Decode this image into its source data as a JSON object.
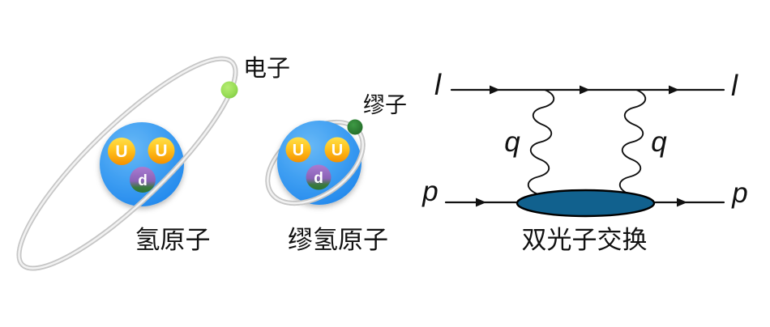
{
  "hydrogen": {
    "caption": "氢原子",
    "electron_label": "电子",
    "quarks": [
      "U",
      "U",
      "d"
    ]
  },
  "muonic": {
    "caption": "缪氢原子",
    "muon_label": "缪子",
    "quarks": [
      "U",
      "U",
      "d"
    ]
  },
  "feynman": {
    "caption": "双光子交换",
    "lepton_in": "l",
    "lepton_out": "l",
    "proton_in": "p",
    "proton_out": "p",
    "photon_left": "q",
    "photon_right": "q"
  },
  "colors": {
    "nucleus_blue": "#2F94F1",
    "quark_up_yellow": "#FFD435",
    "quark_up_orange": "#F59000",
    "quark_down_purple": "#A678CF",
    "quark_down_green": "#2F7434",
    "electron_green": "#9ADE57",
    "muon_dark_green": "#2E7D32",
    "proton_blob_teal": "#11618E",
    "orbit_gray": "#CBCBCB",
    "line_black": "#111111"
  }
}
